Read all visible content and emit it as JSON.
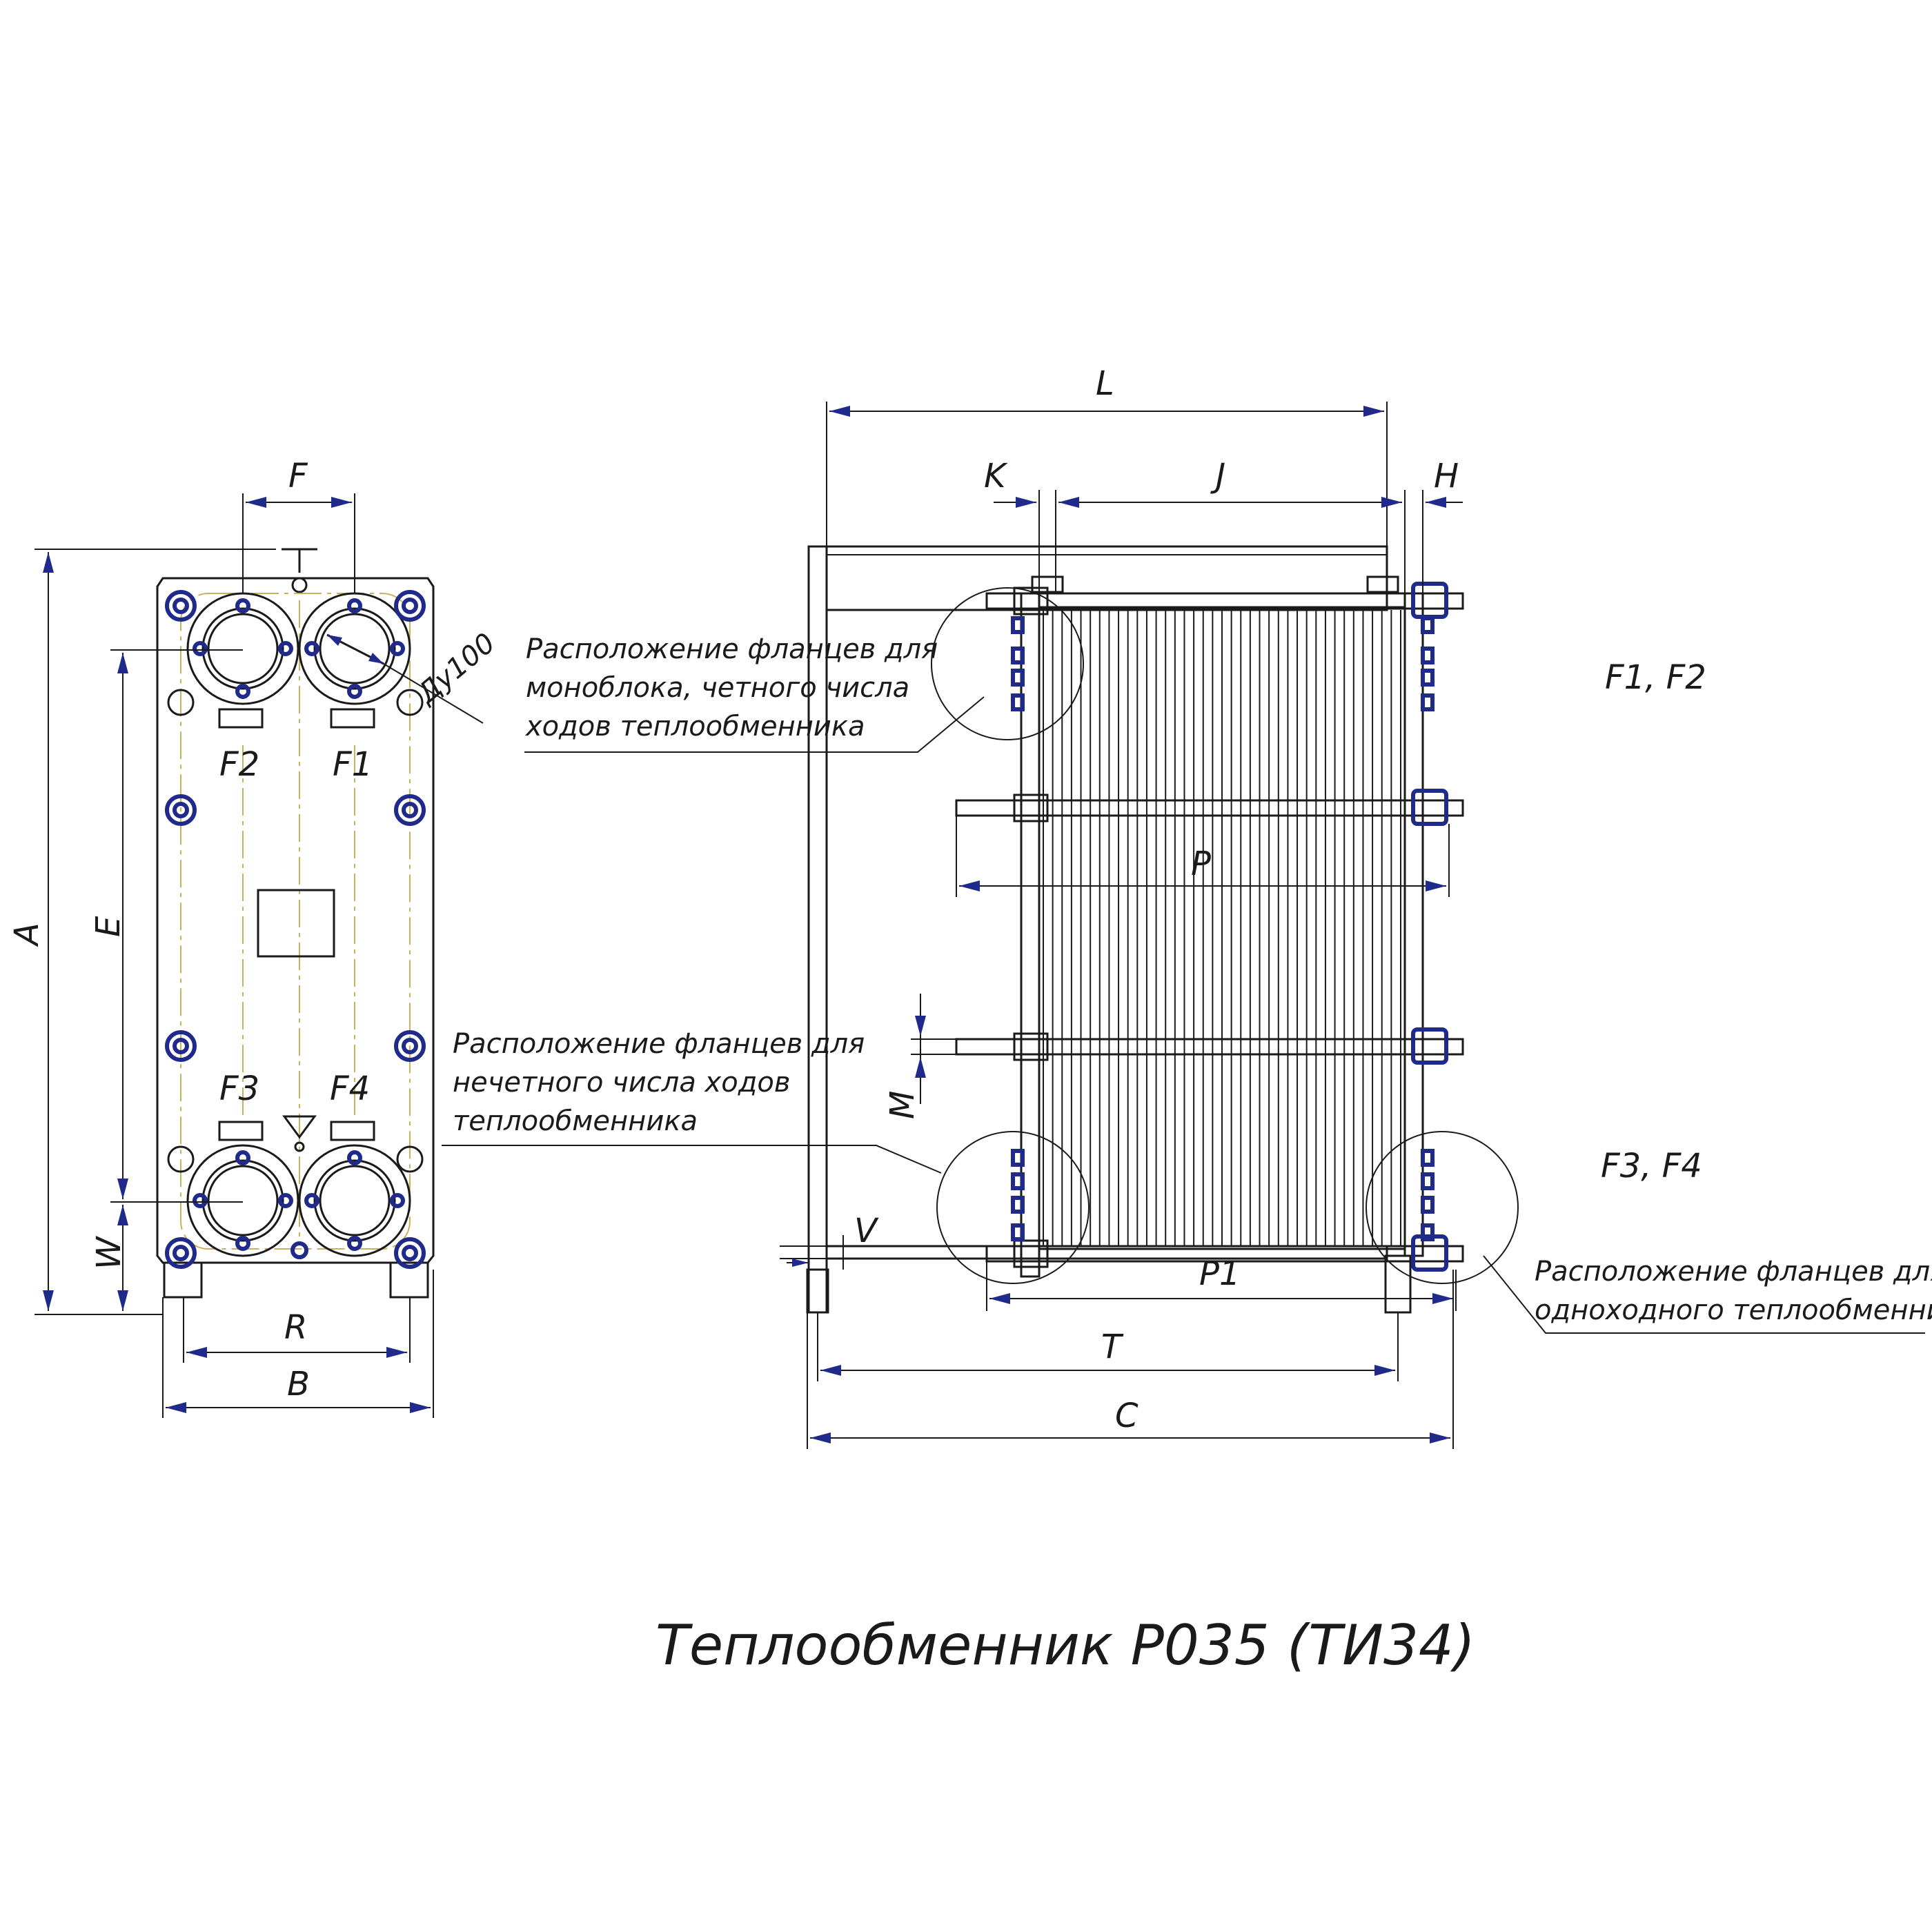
{
  "title": "Теплообменник Р035 (ТИ34)",
  "labels": {
    "A": "A",
    "E": "E",
    "W": "W",
    "F": "F",
    "R": "R",
    "B": "B",
    "L": "L",
    "K": "K",
    "J": "J",
    "H": "H",
    "P": "P",
    "M": "M",
    "V": "V",
    "P1": "P1",
    "T": "T",
    "C": "C",
    "port_F1": "F1",
    "port_F2": "F2",
    "port_F3": "F3",
    "port_F4": "F4",
    "dn": "Ду100"
  },
  "notes": {
    "monoblock_l1": "Расположение фланцев для",
    "monoblock_l2": "моноблока, четного числа",
    "monoblock_l3": "ходов теплообменника",
    "odd_l1": "Расположение фланцев для",
    "odd_l2": "нечетного числа ходов",
    "odd_l3": "теплообменника",
    "single_l1": "Расположение фланцев для",
    "single_l2": "одноходного теплообменника"
  },
  "flange_groups": {
    "top": "F1, F2",
    "bottom": "F3, F4"
  },
  "colors": {
    "line": "#1a1a1a",
    "bolt": "#1f2a8a",
    "centerline": "#c8b25a"
  },
  "plate_count": 38
}
